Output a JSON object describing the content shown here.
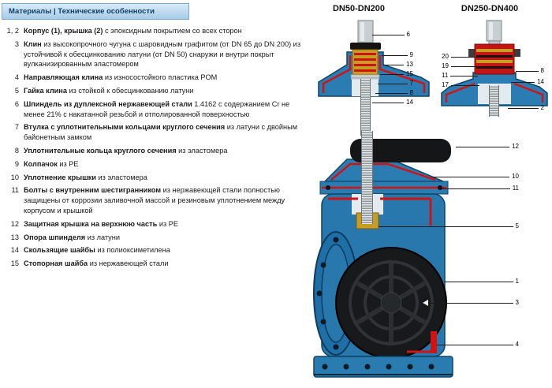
{
  "header": {
    "title": "Материалы | Технические особенности"
  },
  "list": {
    "items": [
      {
        "num": "1, 2",
        "bold": "Корпус (1), крышка (2)",
        "rest": " с эпоксидным покрытием  со всех сторон"
      },
      {
        "num": "3",
        "bold": "Клин",
        "rest": " из высокопрочного чугуна с шаровидным графитом (от DN 65 до DN 200) из устойчивой к обесцинкованию латуни (от DN 50) снаружи и внутри покрыт вулканизированным эластомером"
      },
      {
        "num": "4",
        "bold": "Направляющая клина",
        "rest": " из износостойкого пластика POM"
      },
      {
        "num": "5",
        "bold": "Гайка клина",
        "rest": " из стойкой к обесцинкованию латуни"
      },
      {
        "num": "6",
        "bold": "Шпиндель из дуплексной нержавеющей стали",
        "rest": " 1.4162 с содержанием Cr не менее 21% с накатанной резьбой и отполированной поверхностью"
      },
      {
        "num": "7",
        "bold": "Втулка с уплотнительными кольцами круглого сечения",
        "rest": " из латуни с двойным байонетным замком"
      },
      {
        "num": "8",
        "bold": "Уплотнительные кольца круглого сечения",
        "rest": " из эластомера"
      },
      {
        "num": "9",
        "bold": "Колпачок",
        "rest": " из PE"
      },
      {
        "num": "10",
        "bold": "Уплотнение крышки",
        "rest": " из эластомера"
      },
      {
        "num": "11",
        "bold": "Болты с внутренним шестигранником",
        "rest": " из нержавеющей стали полностью защищены от коррозии заливочной массой и резиновым уплотнением между корпусом и крышкой"
      },
      {
        "num": "12",
        "bold": "Защитная крышка на верхнюю часть",
        "rest": " из PE"
      },
      {
        "num": "13",
        "bold": "Опора шпинделя",
        "rest": " из латуни"
      },
      {
        "num": "14",
        "bold": "Скользящие шайбы",
        "rest": " из полиоксиметилена"
      },
      {
        "num": "15",
        "bold": "Стопорная шайба",
        "rest": " из нержавеющей стали"
      }
    ]
  },
  "diagrams": {
    "small1": {
      "title": "DN50-DN200",
      "callouts": [
        "6",
        "9",
        "13",
        "15",
        "7",
        "8",
        "14"
      ]
    },
    "small2": {
      "title": "DN250-DN400",
      "callouts": [
        "20",
        "19",
        "11",
        "17",
        "8",
        "14",
        "2"
      ]
    },
    "main": {
      "callouts": [
        "12",
        "10",
        "11",
        "5",
        "1",
        "3",
        "4"
      ]
    }
  },
  "colors": {
    "header_bar_blue": "#a6cce8",
    "header_text": "#123f66",
    "valve_body_blue": "#2878ae",
    "epoxy_lining_red": "#d01414",
    "brass_yellow": "#c79d24",
    "steel_gray": "#c3c8cb",
    "dark_part_black": "#17191b"
  }
}
